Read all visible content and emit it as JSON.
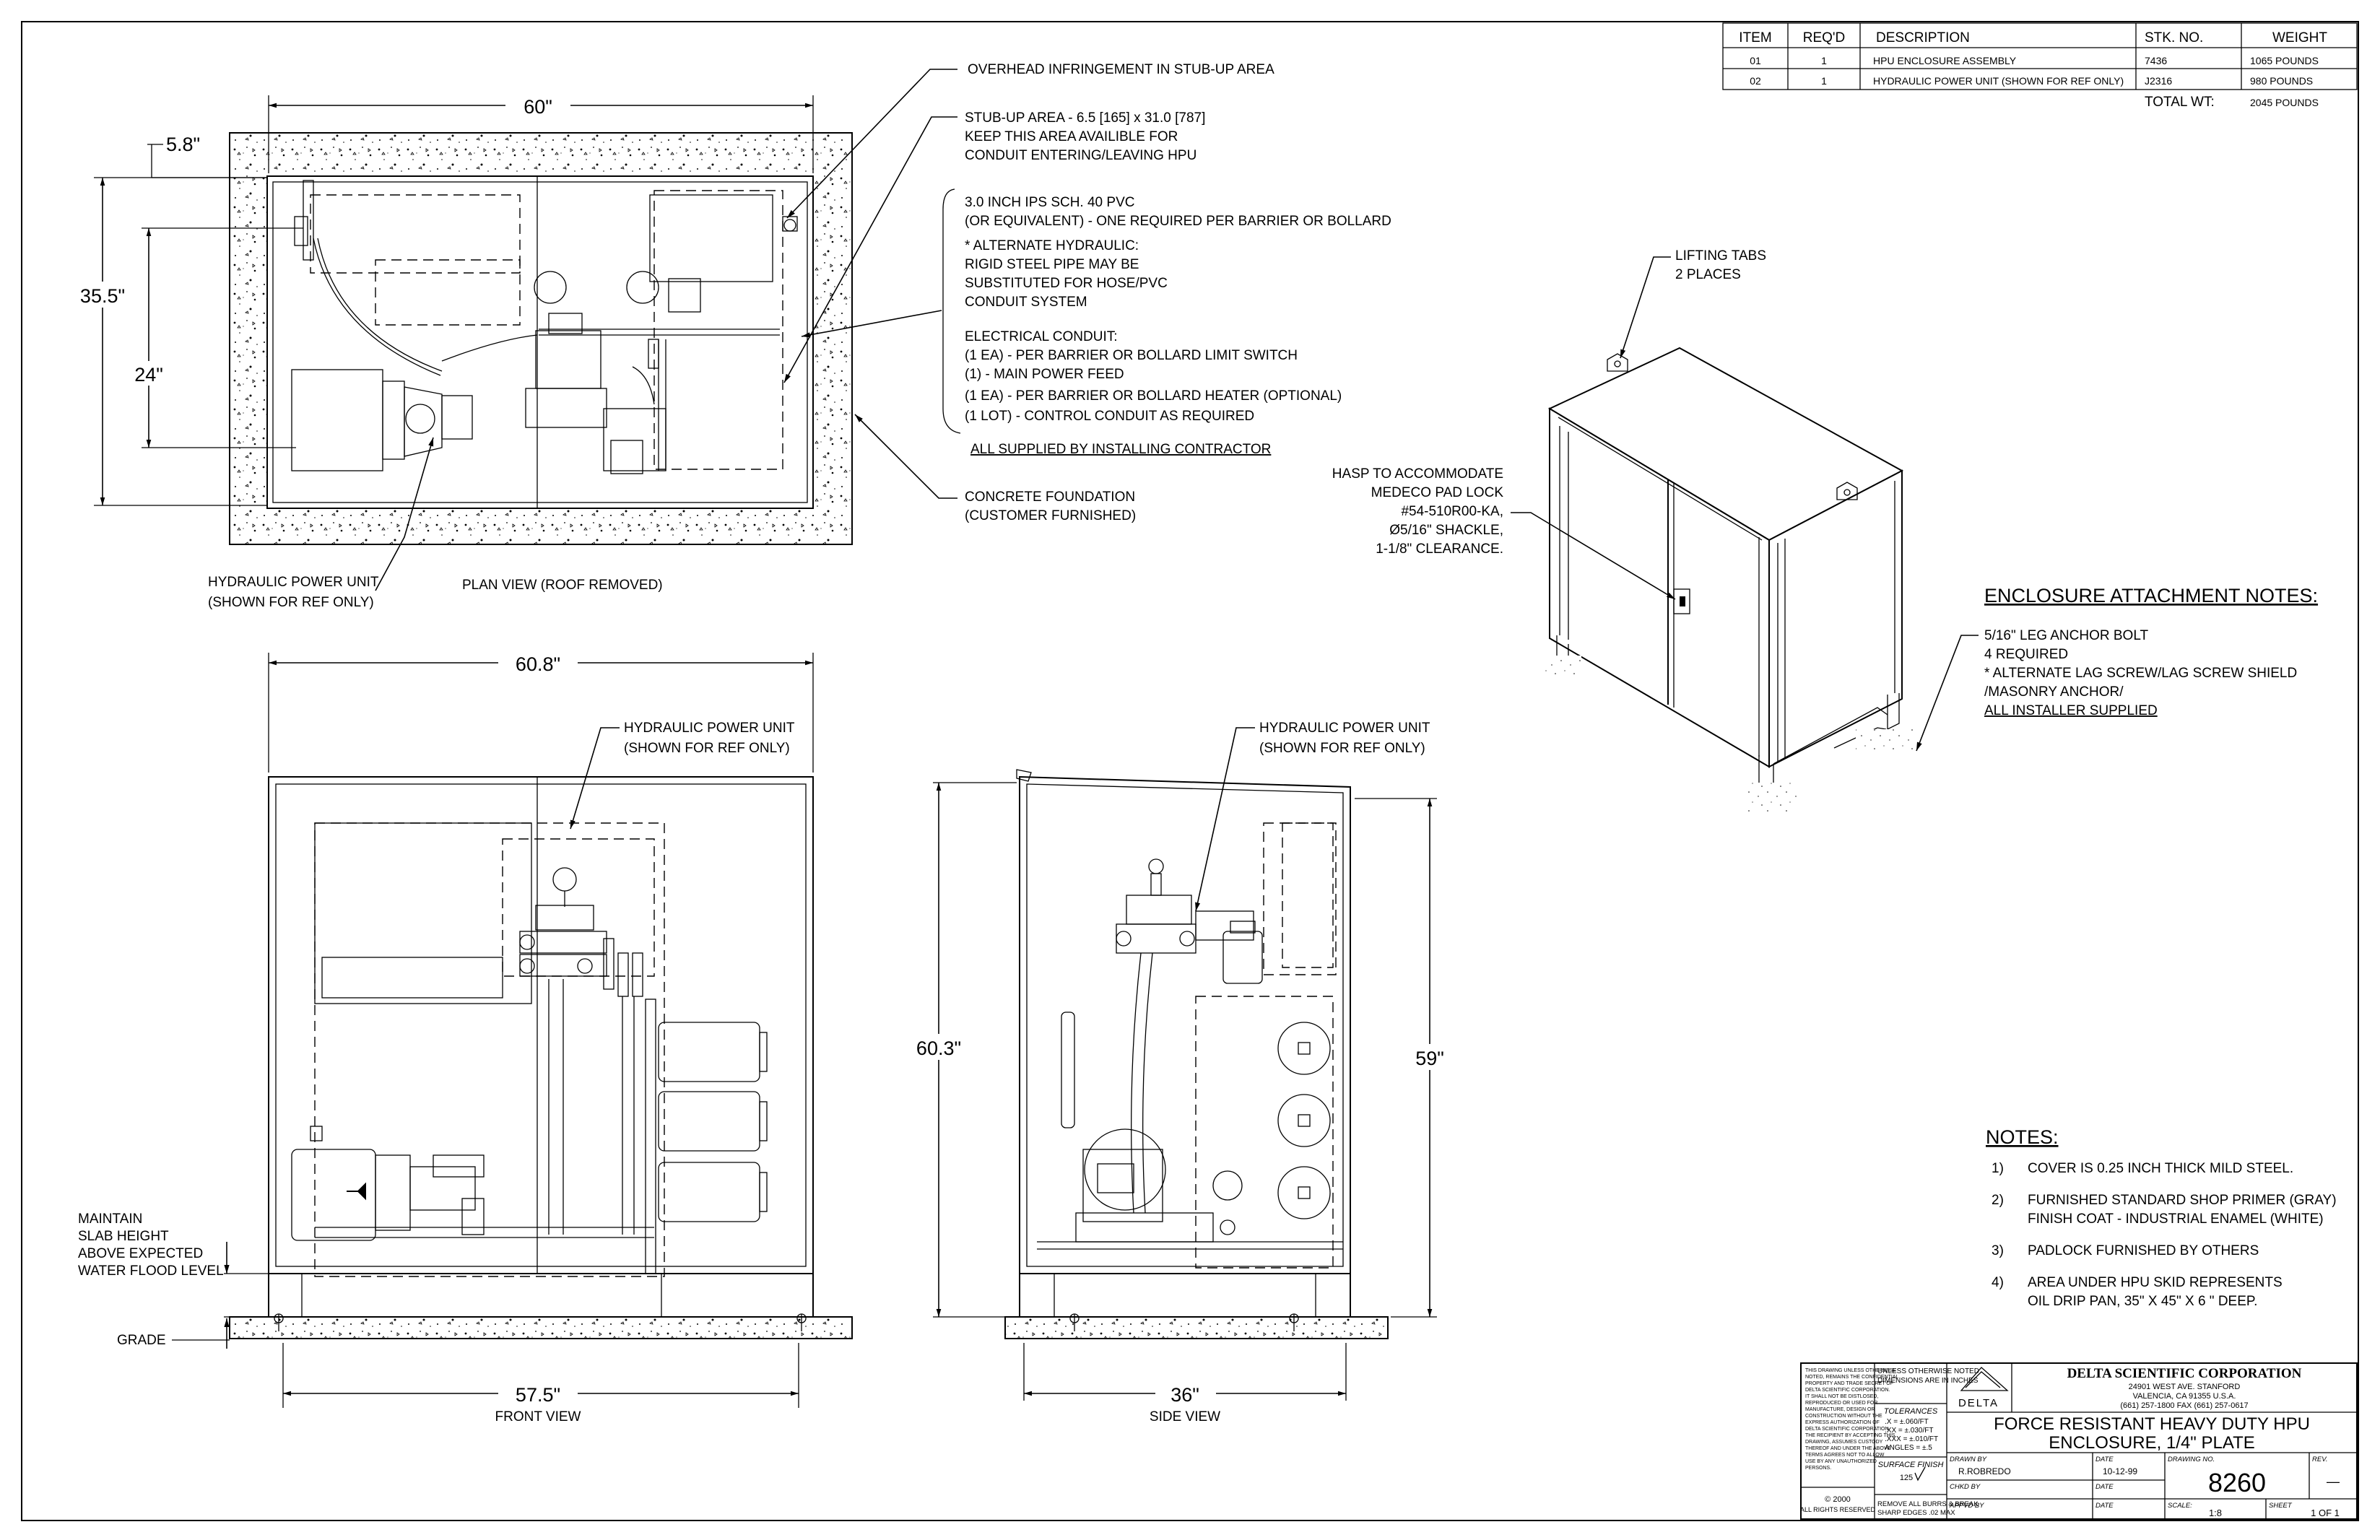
{
  "bom": {
    "headers": [
      "ITEM",
      "REQ'D",
      "DESCRIPTION",
      "STK. NO.",
      "WEIGHT"
    ],
    "rows": [
      [
        "01",
        "1",
        "HPU ENCLOSURE ASSEMBLY",
        "7436",
        "1065 POUNDS"
      ],
      [
        "02",
        "1",
        "HYDRAULIC POWER UNIT (SHOWN FOR REF ONLY)",
        "J2316",
        "980 POUNDS"
      ]
    ],
    "total_label": "TOTAL WT:",
    "total_value": "2045 POUNDS"
  },
  "plan_view": {
    "dim_width": "60\"",
    "dim_left": "5.8\"",
    "dim_height": "35.5\"",
    "dim_inner": "24\"",
    "label": "PLAN VIEW (ROOF REMOVED)",
    "hpu_note": [
      "HYDRAULIC POWER UNIT",
      "(SHOWN FOR REF ONLY)"
    ]
  },
  "callouts": {
    "overhead": "OVERHEAD INFRINGEMENT IN STUB-UP AREA",
    "stubup": [
      "STUB-UP AREA - 6.5 [165] x 31.0 [787]",
      "KEEP THIS AREA AVAILIBLE FOR",
      "CONDUIT ENTERING/LEAVING HPU"
    ],
    "pvc": [
      "3.0 INCH IPS SCH. 40 PVC",
      "(OR EQUIVALENT) - ONE REQUIRED PER BARRIER OR BOLLARD",
      "* ALTERNATE HYDRAULIC:",
      "RIGID STEEL PIPE MAY BE",
      "SUBSTITUTED FOR HOSE/PVC",
      "CONDUIT SYSTEM",
      "ELECTRICAL CONDUIT:",
      "(1 EA)  - PER BARRIER OR BOLLARD LIMIT SWITCH",
      "(1)       - MAIN POWER FEED",
      "(1 EA)  - PER BARRIER OR BOLLARD HEATER  (OPTIONAL)",
      "(1 LOT) - CONTROL CONDUIT AS REQUIRED",
      "ALL SUPPLIED BY INSTALLING CONTRACTOR"
    ],
    "concrete": [
      "CONCRETE FOUNDATION",
      "(CUSTOMER FURNISHED)"
    ],
    "lifting": [
      "LIFTING TABS",
      "2 PLACES"
    ],
    "hasp": [
      "HASP TO ACCOMMODATE",
      "MEDECO PAD LOCK",
      "#54-510R00-KA,",
      "Ø5/16\" SHACKLE,",
      "1-1/8\" CLEARANCE."
    ]
  },
  "attach_notes": {
    "title": "ENCLOSURE ATTACHMENT NOTES:",
    "lines": [
      "5/16\" LEG ANCHOR BOLT",
      "4 REQUIRED",
      "* ALTERNATE LAG SCREW/LAG SCREW SHIELD",
      "/MASONRY ANCHOR/",
      "ALL INSTALLER SUPPLIED"
    ]
  },
  "front_view": {
    "dim_top": "60.8\"",
    "dim_bottom": "57.5\"",
    "label": "FRONT VIEW",
    "hpu_note": [
      "HYDRAULIC POWER UNIT",
      "(SHOWN FOR REF ONLY)"
    ],
    "maintain": [
      "MAINTAIN",
      "SLAB HEIGHT",
      "ABOVE EXPECTED",
      "WATER FLOOD LEVEL"
    ],
    "grade": "GRADE"
  },
  "side_view": {
    "dim_left": "60.3\"",
    "dim_right": "59\"",
    "dim_bottom": "36\"",
    "label": "SIDE VIEW",
    "hpu_note": [
      "HYDRAULIC POWER UNIT",
      "(SHOWN FOR REF ONLY)"
    ]
  },
  "notes": {
    "title": "NOTES:",
    "items": [
      [
        "1)",
        "COVER IS 0.25 INCH THICK MILD STEEL."
      ],
      [
        "2)",
        "FURNISHED STANDARD SHOP PRIMER (GRAY)",
        "FINISH COAT - INDUSTRIAL ENAMEL (WHITE)"
      ],
      [
        "3)",
        "PADLOCK FURNISHED BY OTHERS"
      ],
      [
        "4)",
        "AREA UNDER HPU SKID REPRESENTS",
        "OIL DRIP PAN, 35\" X 45\" X 6 \" DEEP."
      ]
    ]
  },
  "title_block": {
    "confidential": [
      "THIS DRAWING UNLESS OTHERWISE",
      "NOTED, REMAINS THE CONFIDENTIAL",
      "PROPERTY AND TRADE SECRET OF",
      "DELTA SCIENTIFIC CORPORATION.",
      "IT SHALL NOT BE DISTLOSED,",
      "REPRODUCED OR USED FOR",
      "MANUFACTURE, DESIGN OR",
      "CONSTRUCTION WITHOUT THE",
      "EXPRESS AUTHORIZATION OF",
      "DELTA SCIENTIFIC CORPORATION.",
      "THE RECIPIENT BY ACCEPTING THIS",
      "DRAWING, ASSUMES CUSTODY",
      "THEREOF AND UNDER THE ABOVE",
      "TERMS AGREES NOT TO ALLOW",
      "USE BY ANY UNAUTHORIZED",
      "PERSONS."
    ],
    "copyright": [
      "© 2000",
      "ALL RIGHTS RESERVED"
    ],
    "units": [
      "UNLESS OTHERWISE NOTED",
      "DIMENSIONS ARE IN INCHES"
    ],
    "tol_title": "TOLERANCES",
    "tolerances": [
      ".X = ±.060/FT",
      ".XX = ±.030/FT",
      ".XXX = ±.010/FT",
      "ANGLES = ±.5"
    ],
    "surface_label": "SURFACE FINISH",
    "surface_value": "125",
    "burrs": [
      "REMOVE ALL BURRS & BREAK",
      "SHARP EDGES .02 MAX"
    ],
    "logo_text": "DELTA",
    "company": "DELTA SCIENTIFIC CORPORATION",
    "address": [
      "24901 WEST AVE. STANFORD",
      "VALENCIA, CA 91355 U.S.A.",
      "(661) 257-1800 FAX (661) 257-0617"
    ],
    "title": [
      "FORCE RESISTANT HEAVY DUTY HPU",
      "ENCLOSURE, 1/4\" PLATE"
    ],
    "drawn_by_label": "DRAWN BY",
    "drawn_by": "R.ROBREDO",
    "date_label": "DATE",
    "date": "10-12-99",
    "chkd_label": "CHKD BY",
    "apprvd_label": "APPVD BY",
    "dwg_label": "DRAWING NO.",
    "dwg_no": "8260",
    "rev_label": "REV.",
    "rev": "—",
    "scale_label": "SCALE:",
    "scale": "1:8",
    "sheet_label": "SHEET",
    "sheet": "1 OF 1"
  }
}
